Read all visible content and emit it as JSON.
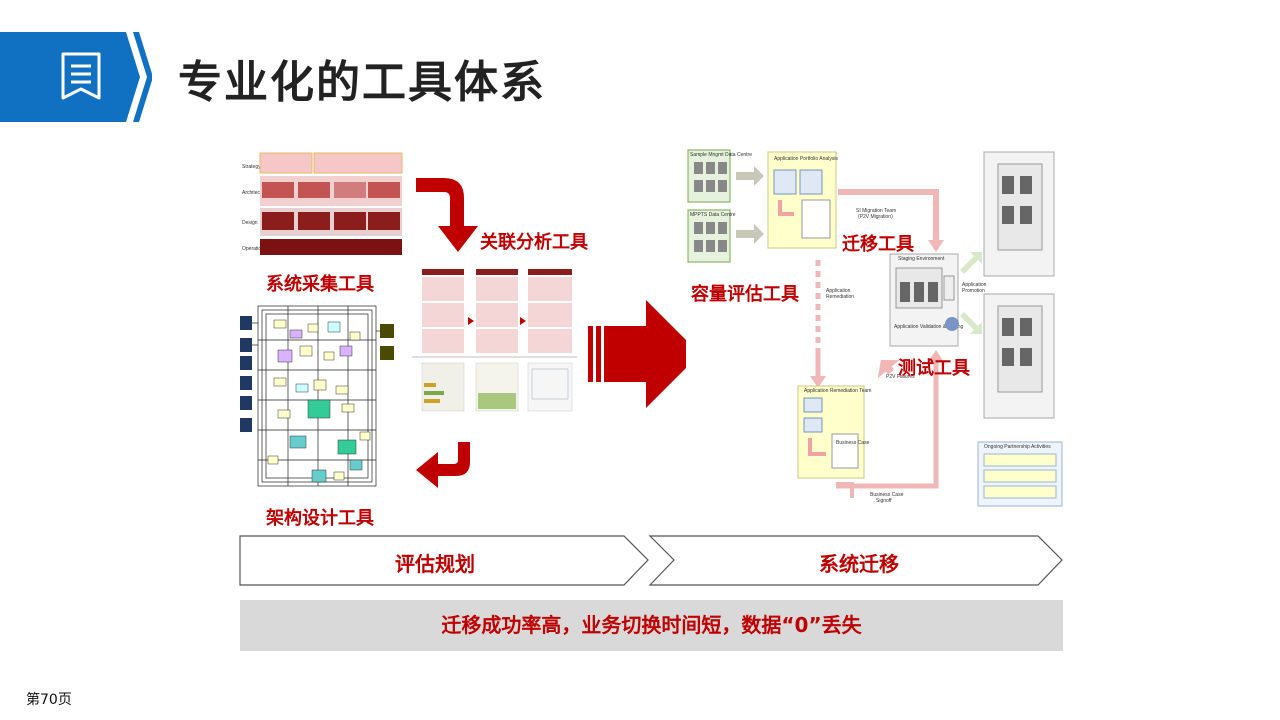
{
  "header": {
    "title": "专业化的工具体系",
    "icon": "document-icon",
    "accent_color": "#1071c2"
  },
  "labels": {
    "collect_tool": "系统采集工具",
    "analysis_tool": "关联分析工具",
    "arch_tool": "架构设计工具",
    "capacity_tool": "容量评估工具",
    "migration_tool": "迁移工具",
    "test_tool": "测试工具"
  },
  "phases": {
    "assess": "评估规划",
    "migrate": "系统迁移"
  },
  "banner": {
    "text": "迁移成功率高，业务切换时间短，数据“0”丢失"
  },
  "footer": {
    "page": "第70页"
  },
  "colors": {
    "red": "#c00000",
    "banner_bg": "#d9d9d9"
  }
}
